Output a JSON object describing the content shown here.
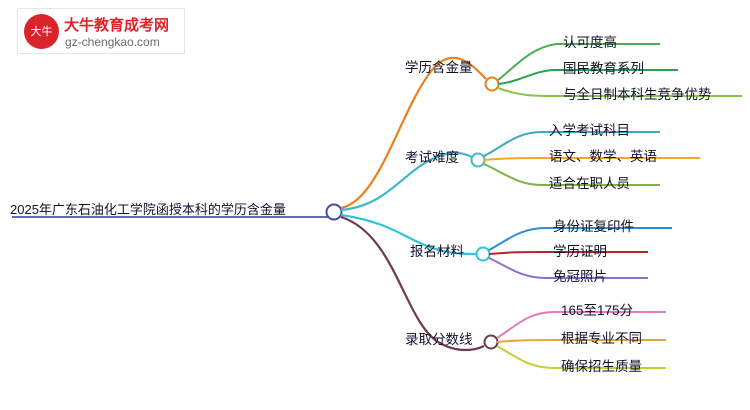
{
  "logo": {
    "badge_line1": "大牛",
    "title": "大牛教育成考网",
    "subtitle": "gz-chengkao.com"
  },
  "mindmap": {
    "root": {
      "label": "2025年广东石油化工学院函授本科的学历含金量",
      "underline_color": "#2a3f8f"
    },
    "branches": [
      {
        "label": "学历含金量",
        "color": "#e8821a",
        "children": [
          {
            "label": "认可度高",
            "color": "#4caf50"
          },
          {
            "label": "国民教育系列",
            "color": "#2e9e4f"
          },
          {
            "label": "与全日制本科生竞争优势",
            "color": "#8bc34a"
          }
        ]
      },
      {
        "label": "考试难度",
        "color": "#3fb8c8",
        "children": [
          {
            "label": "入学考试科目",
            "color": "#3aa9c4"
          },
          {
            "label": "语文、数学、英语",
            "color": "#f4a62a"
          },
          {
            "label": "适合在职人员",
            "color": "#7cb342"
          }
        ]
      },
      {
        "label": "报名材料",
        "color": "#2fc4dd",
        "children": [
          {
            "label": "身份证复印件",
            "color": "#2a8fd8"
          },
          {
            "label": "学历证明",
            "color": "#b3252b"
          },
          {
            "label": "免冠照片",
            "color": "#8e6fd0"
          }
        ]
      },
      {
        "label": "录取分数线",
        "color": "#6b3a4e",
        "children": [
          {
            "label": "165至175分",
            "color": "#e27ab8"
          },
          {
            "label": "根据专业不同",
            "color": "#e8a33d"
          },
          {
            "label": "确保招生质量",
            "color": "#c3cf3a"
          }
        ]
      }
    ]
  }
}
